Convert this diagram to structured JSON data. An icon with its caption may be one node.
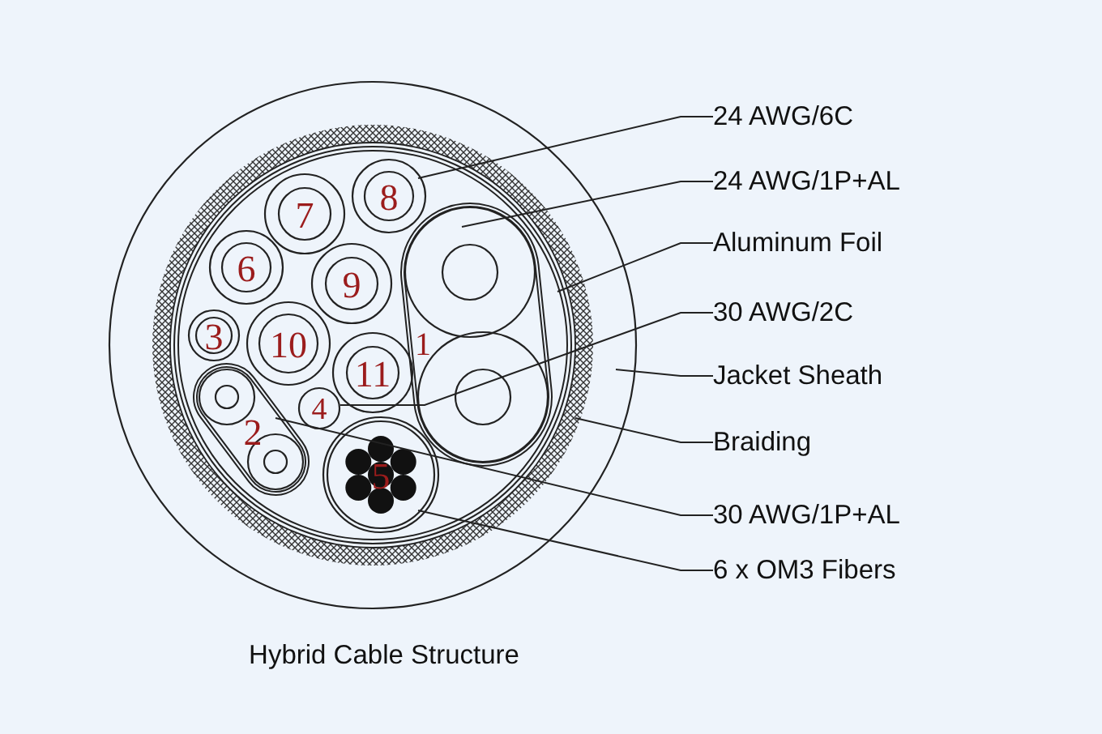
{
  "diagram": {
    "title": "Hybrid Cable Structure",
    "nodes": [
      {
        "text": [],
        "shape": "circle"
      },
      {
        "text": [],
        "shape": "circle",
        "in": 0
      },
      {
        "text": [],
        "shape": "circle",
        "in": 1
      },
      {
        "text": [
          "7"
        ],
        "in": 2
      },
      {
        "text": [
          "8"
        ],
        "in": 2
      },
      {
        "text": [
          "6"
        ],
        "in": 2
      },
      {
        "text": [
          "9"
        ],
        "in": 2
      },
      {
        "text": [
          "1"
        ],
        "in": 2
      },
      {
        "text": [
          "3"
        ],
        "in": 2
      },
      {
        "text": [
          "10"
        ],
        "in": 2
      },
      {
        "text": [
          "11"
        ],
        "in": 2
      },
      {
        "text": [
          "4"
        ],
        "in": 2
      },
      {
        "text": [
          "2"
        ],
        "in": 2
      },
      {
        "text": [
          "5"
        ],
        "in": 2
      },
      {
        "text": [
          "24 AWG/6C"
        ]
      },
      {
        "text": [
          "24 AWG/1P+AL"
        ]
      },
      {
        "text": [
          "Aluminum Foil"
        ]
      },
      {
        "text": [
          "30 AWG/2C"
        ]
      },
      {
        "text": [
          "Jacket Sheath"
        ]
      },
      {
        "text": [
          "Braiding"
        ]
      },
      {
        "text": [
          "30 AWG/1P+AL"
        ]
      },
      {
        "text": [
          "6 x OM3 Fibers"
        ]
      }
    ],
    "edges": [
      {
        "from": 14,
        "to": 4,
        "arrow": "none"
      },
      {
        "from": 15,
        "to": 7,
        "arrow": "none"
      },
      {
        "from": 16,
        "to": 2,
        "arrow": "none"
      },
      {
        "from": 17,
        "to": 11,
        "arrow": "none"
      },
      {
        "from": 18,
        "to": 0,
        "arrow": "none"
      },
      {
        "from": 19,
        "to": 1,
        "arrow": "none"
      },
      {
        "from": 20,
        "to": 12,
        "arrow": "none"
      },
      {
        "from": 21,
        "to": 13,
        "arrow": "none"
      }
    ]
  }
}
